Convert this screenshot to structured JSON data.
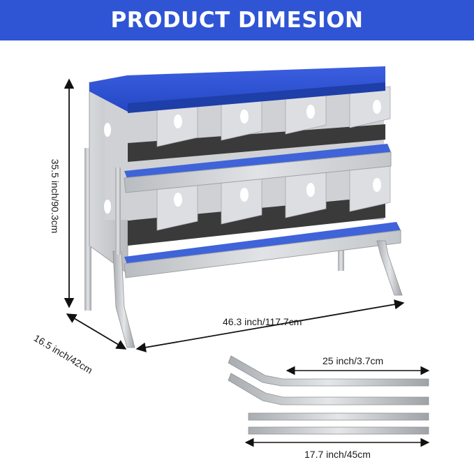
{
  "header": {
    "title": "PRODUCT DIMESION"
  },
  "dimensions": {
    "height": "35.5 inch/90.3cm",
    "width": "46.3 inch/117.7cm",
    "depth": "16.5 inch/42cm",
    "bent_leg_length": "25 inch/3.7cm",
    "straight_leg_length": "17.7 inch/45cm"
  },
  "colors": {
    "banner": "#2f55d4",
    "roof": "#2f55d4",
    "metal": "#c9cbce",
    "nest_floor": "#3a3a3a",
    "perch": "#3f63d8"
  }
}
